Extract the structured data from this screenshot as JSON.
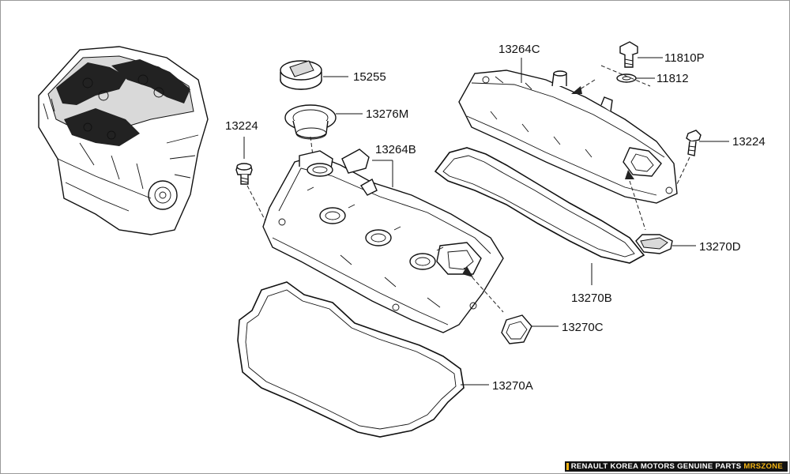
{
  "diagram": {
    "labels": {
      "p15255": "15255",
      "p13276M": "13276M",
      "p13224_left": "13224",
      "p13264B": "13264B",
      "p13264C": "13264C",
      "p11810P": "11810P",
      "p11812": "11812",
      "p13224_right": "13224",
      "p13270D": "13270D",
      "p13270B": "13270B",
      "p13270C": "13270C",
      "p13270A": "13270A"
    }
  },
  "footer": {
    "brand_text": "RENAULT KOREA MOTORS GENUINE PARTS",
    "brand_accent": "MRSZONE",
    "accent_color": "#f3b414",
    "bar_color": "#121212"
  }
}
